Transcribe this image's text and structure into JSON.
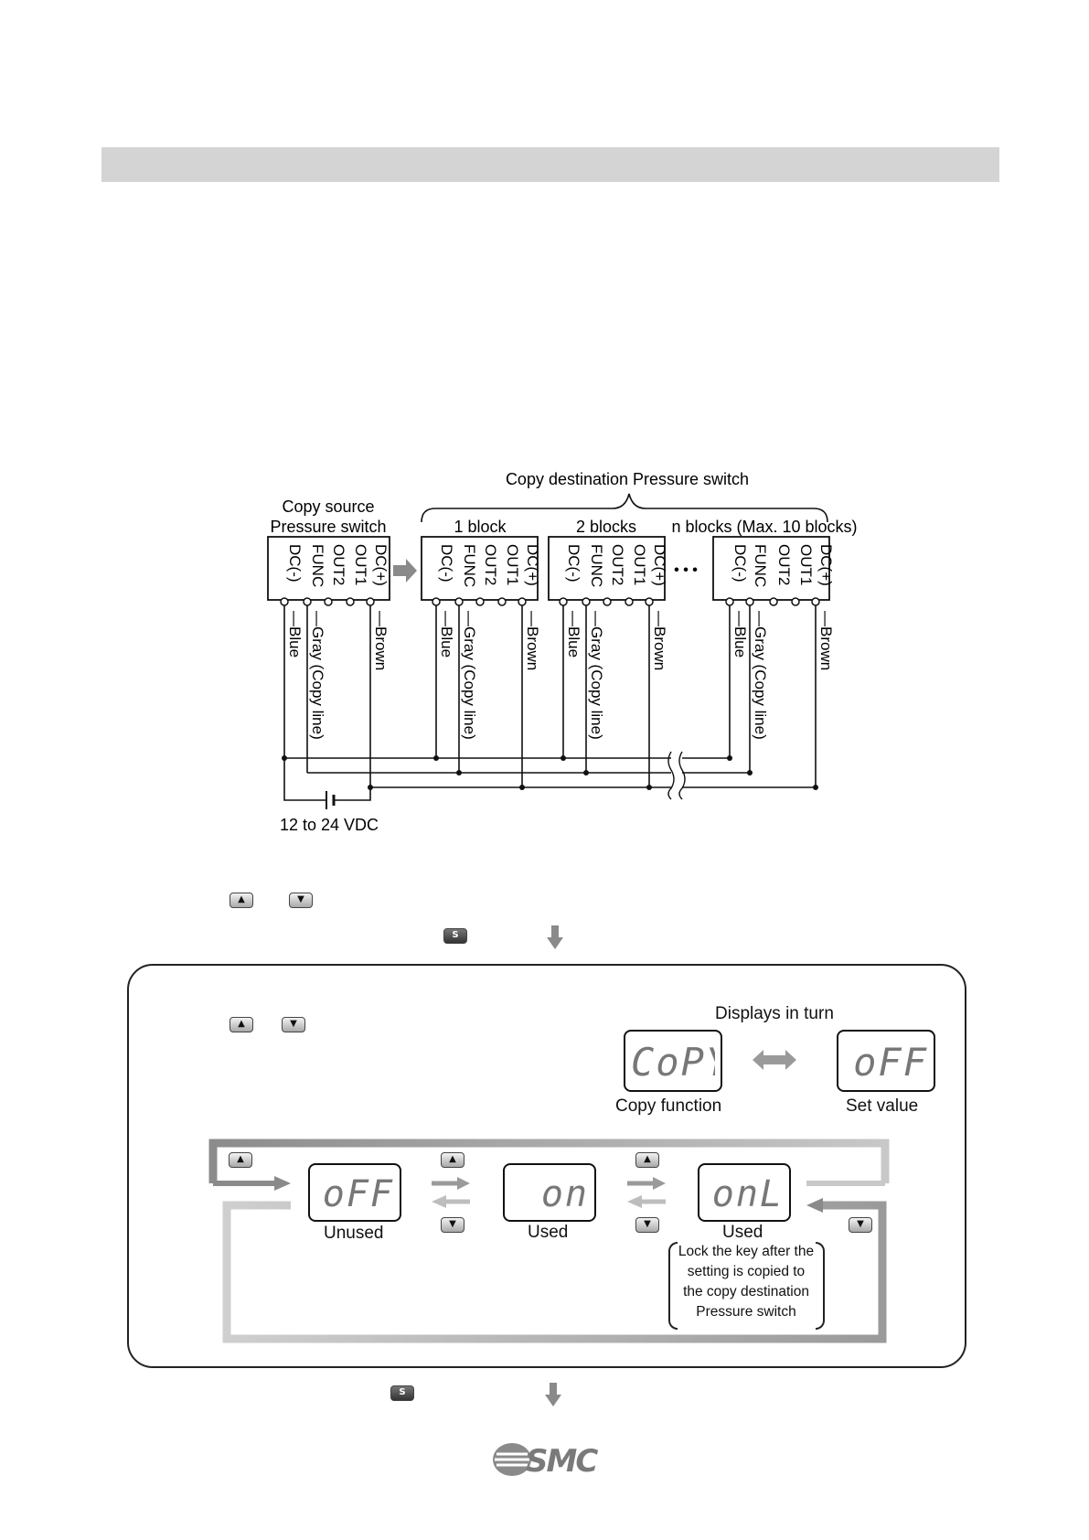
{
  "wiring": {
    "title_destination": "Copy destination Pressure switch",
    "source_label_1": "Copy source",
    "source_label_2": "Pressure switch",
    "block_1": "1 block",
    "block_2": "2 blocks",
    "block_n": "n blocks (Max. 10 blocks)",
    "ellipsis": "• • •",
    "terminals": [
      "DC(+)",
      "OUT1",
      "OUT2",
      "FUNC",
      "DC(-)"
    ],
    "wires": {
      "blue": "Blue",
      "gray": "Gray (Copy line)",
      "brown": "Brown"
    },
    "supply": "12 to 24 VDC"
  },
  "keys": {
    "up": "▲",
    "down": "▼",
    "set": "S"
  },
  "panel": {
    "displays_in_turn": "Displays in turn",
    "copy_display": "CoPY",
    "off_display": "oFF",
    "copy_function": "Copy function",
    "set_value": "Set value",
    "states": [
      {
        "display": "oFF",
        "label": "Unused"
      },
      {
        "display": "on",
        "label": "Used"
      },
      {
        "display": "onL",
        "label": "Used"
      }
    ],
    "note": [
      "Lock the key after the",
      "setting is copied to",
      "the copy destination",
      "Pressure switch"
    ]
  },
  "logo": "SMC",
  "colors": {
    "header_bar": "#d4d4d4",
    "wire": "#111111",
    "flow_arrow": "#8a8a8a"
  }
}
